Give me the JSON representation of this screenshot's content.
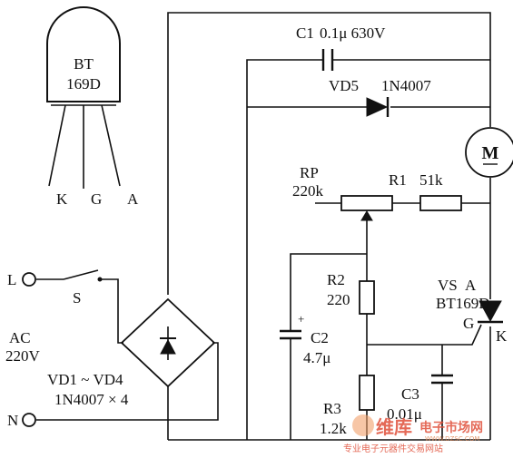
{
  "package": {
    "line1": "BT",
    "line2": "169D",
    "pin_k": "K",
    "pin_g": "G",
    "pin_a": "A"
  },
  "c1": {
    "name": "C1",
    "value": "0.1μ 630V"
  },
  "vd5": {
    "name": "VD5",
    "value": "1N4007"
  },
  "motor": {
    "symbol": "M"
  },
  "rp": {
    "name": "RP",
    "value": "220k"
  },
  "r1": {
    "name": "R1",
    "value": "51k"
  },
  "r2": {
    "name": "R2",
    "value": "220"
  },
  "vs": {
    "name": "VS",
    "anode": "A",
    "part": "BT169D",
    "gate": "G",
    "cathode": "K"
  },
  "c2": {
    "name": "C2",
    "value": "4.7μ",
    "polarity": "+"
  },
  "r3": {
    "name": "R3",
    "value": "1.2k"
  },
  "c3": {
    "name": "C3",
    "value": "0.01μ"
  },
  "switch": {
    "name": "S"
  },
  "terminals": {
    "line": "L",
    "neutral": "N"
  },
  "supply": {
    "line1": "AC",
    "line2": "220V"
  },
  "bridge": {
    "line1": "VD1 ~ VD4",
    "line2": "1N4007 × 4"
  },
  "watermark": {
    "brand": "维库",
    "title": "电子市场网",
    "url": "WWW.DZSC.COM",
    "slogan": "专业电子元器件交易网站"
  },
  "colors": {
    "ink": "#111111",
    "watermark": "#e0503a"
  }
}
